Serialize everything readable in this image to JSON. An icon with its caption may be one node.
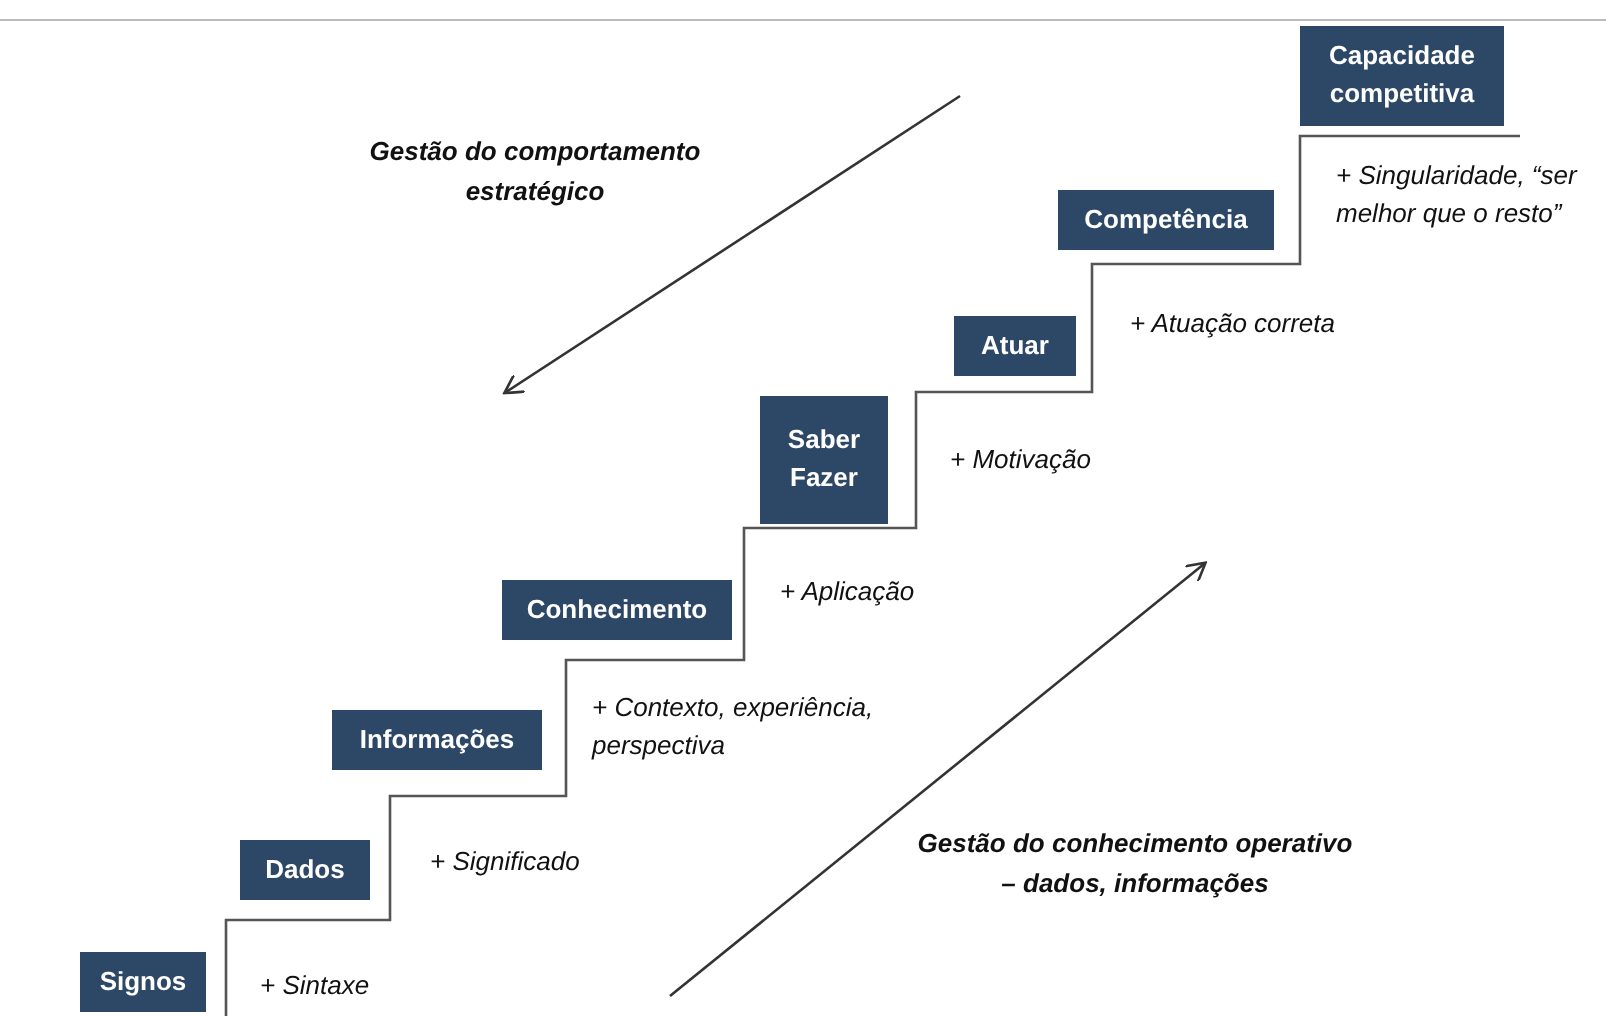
{
  "diagram": {
    "nodes": [
      {
        "text": [
          "Signos"
        ],
        "beside": [
          "+ Sintaxe"
        ]
      },
      {
        "text": [
          "Dados"
        ],
        "beside": [
          "+ Significado"
        ]
      },
      {
        "text": [
          "Informações"
        ],
        "beside": [
          "+ Contexto, experiência, perspectiva"
        ]
      },
      {
        "text": [
          "Conhecimento"
        ],
        "beside": [
          "+ Aplicação"
        ]
      },
      {
        "text": [
          "Saber Fazer"
        ],
        "beside": [
          "+ Motivação"
        ]
      },
      {
        "text": [
          "Atuar"
        ],
        "beside": [
          "+ Atuação correta"
        ]
      },
      {
        "text": [
          "Competência"
        ],
        "beside": [
          "+ Singularidade, “ser melhor que o resto”"
        ]
      },
      {
        "text": [
          "Capacidade competitiva"
        ]
      }
    ],
    "labels": [
      "Gestão do comportamento estratégico",
      "Gestão do conhecimento operativo – dados, informações"
    ]
  }
}
